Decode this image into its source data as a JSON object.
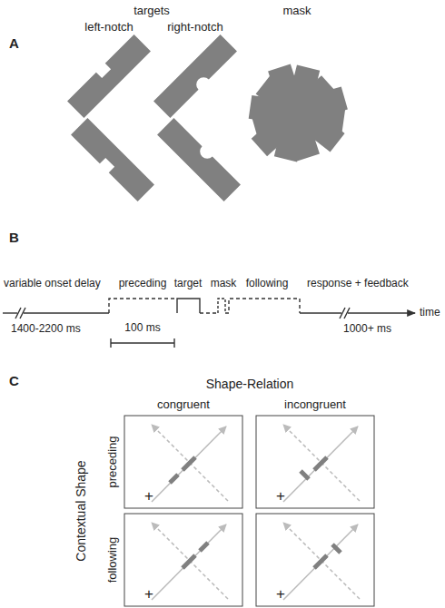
{
  "diagram": {
    "labels": [
      "A",
      "targets",
      "mask",
      "left-notch",
      "right-notch",
      "B",
      "variable onset delay",
      "preceding",
      "target",
      "mask",
      "following",
      "response + feedback",
      "1400-2200 ms",
      "100 ms",
      "1000+ ms",
      "time",
      "C",
      "Shape-Relation",
      "congruent",
      "incongruent",
      "Contextual Shape",
      "preceding",
      "following",
      "+",
      "+",
      "+",
      "+"
    ]
  }
}
